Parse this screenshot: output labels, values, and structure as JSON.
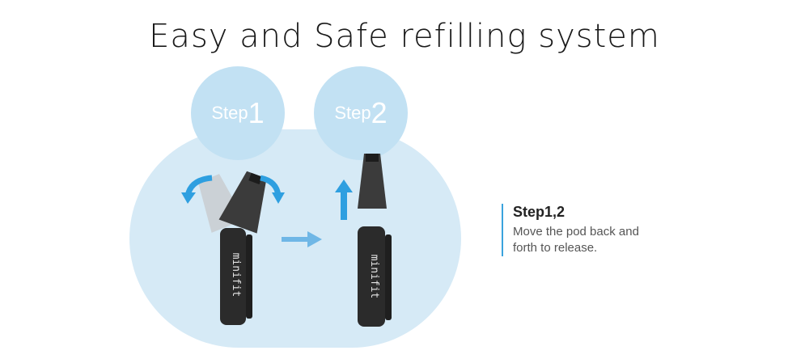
{
  "title": "Easy and Safe refilling system",
  "steps": [
    {
      "word": "Step",
      "num": "1"
    },
    {
      "word": "Step",
      "num": "2"
    }
  ],
  "device_brand": "minifit",
  "description": {
    "heading": "Step1,2",
    "body": "Move the pod back and forth to release."
  },
  "colors": {
    "stage": "#d6eaf6",
    "circle": "#c2e1f3",
    "arrow": "#2e9fe0",
    "accent_line": "#3aa3dd",
    "device": "#2b2b2b"
  },
  "icons": [
    "rotate-left-arrow-icon",
    "rotate-right-arrow-icon",
    "up-arrow-icon",
    "right-arrow-icon"
  ]
}
